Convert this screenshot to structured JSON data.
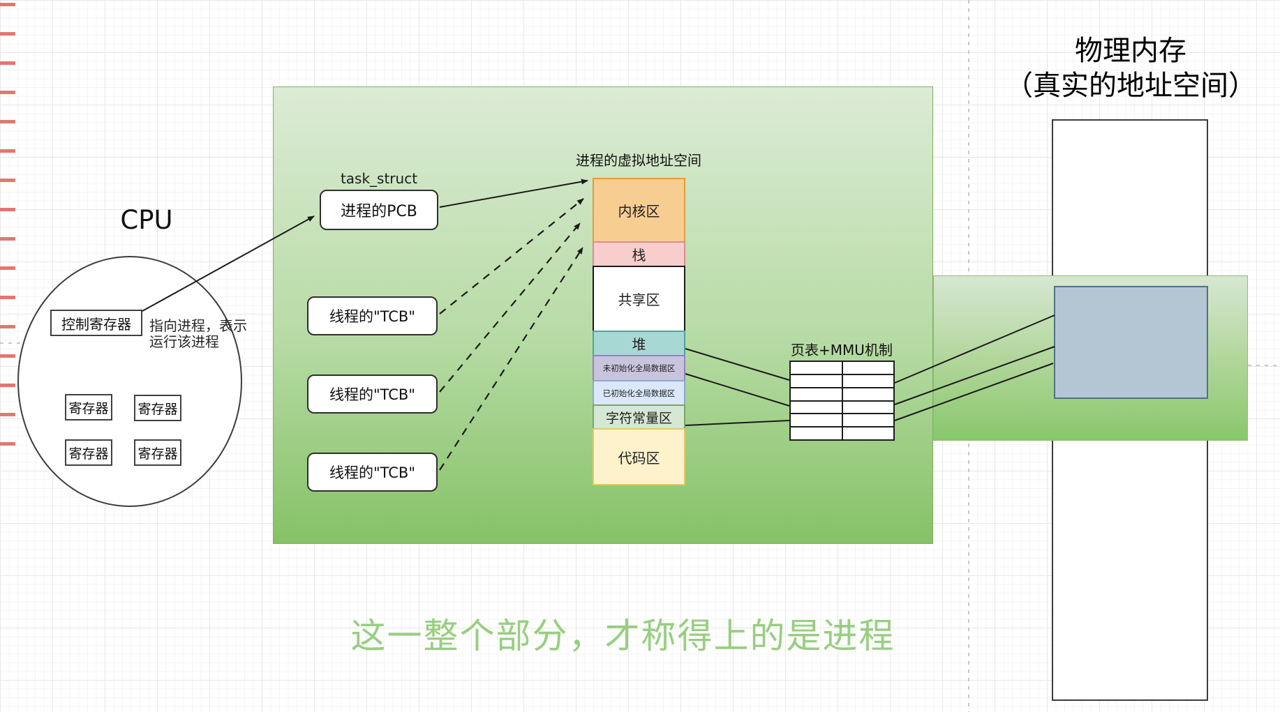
{
  "cpu": {
    "title": "CPU",
    "control_register": "控制寄存器",
    "pointer_note": "指向进程，表示运行该进程",
    "registers": [
      "寄存器",
      "寄存器",
      "寄存器",
      "寄存器"
    ]
  },
  "process": {
    "task_struct_label": "task_struct",
    "pcb_label": "进程的PCB",
    "tcb_labels": [
      "线程的\"TCB\"",
      "线程的\"TCB\"",
      "线程的\"TCB\""
    ],
    "caption": "这一整个部分，才称得上的是进程"
  },
  "virtual_address_space": {
    "title": "进程的虚拟地址空间",
    "segments": [
      {
        "label": "内核区",
        "fill": "#f8cd92",
        "border": "#df9e3f"
      },
      {
        "label": "栈",
        "fill": "#f8cecc",
        "border": "#d88e8b"
      },
      {
        "label": "共享区",
        "fill": "#ffffff",
        "border": "#1a1a1a"
      },
      {
        "label": "堆",
        "fill": "#a8d8d4",
        "border": "#55a19a"
      },
      {
        "label": "未初始化全局数据区",
        "fill": "#c9c4de",
        "border": "#9185bb"
      },
      {
        "label": "已初始化全局数据区",
        "fill": "#dbe8fb",
        "border": "#8fa7cd"
      },
      {
        "label": "字符常量区",
        "fill": "#d5e8d4",
        "border": "#74a868"
      },
      {
        "label": "代码区",
        "fill": "#fef2cd",
        "border": "#e3c868"
      }
    ]
  },
  "page_table": {
    "title": "页表+MMU机制",
    "rows": 6,
    "cols": 2
  },
  "physical_memory": {
    "title_line1": "物理内存",
    "title_line2": "（真实的地址空间）",
    "mapped_block_color": "#b4c6d3"
  },
  "colors": {
    "process_region_green_top": "#dcebd5",
    "process_region_green_bottom": "#85c266",
    "caption_green": "#98ce81",
    "connector_black": "#1a1a1a"
  }
}
